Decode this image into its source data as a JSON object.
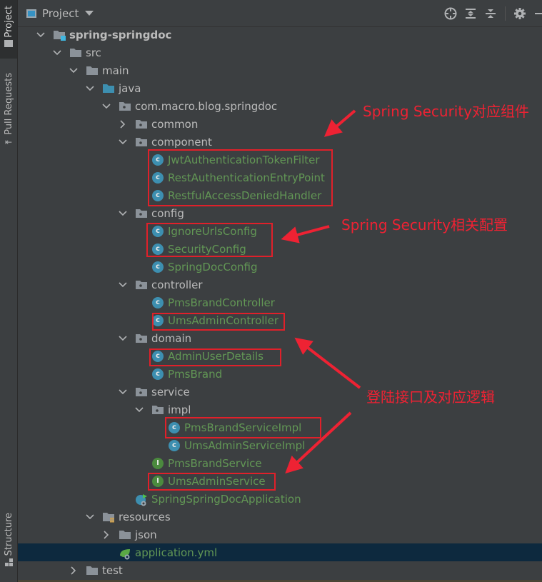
{
  "sidebar": {
    "tabs": [
      {
        "label": "Project",
        "icon": "folder-icon",
        "active": true
      },
      {
        "label": "Pull Requests",
        "icon": "pull-request-icon",
        "active": false
      },
      {
        "label": "Structure",
        "icon": "structure-icon",
        "active": false
      }
    ]
  },
  "header": {
    "title": "Project",
    "toolbar": [
      "locate-icon",
      "expand-all-icon",
      "collapse-all-icon",
      "gear-icon",
      "hide-icon"
    ]
  },
  "tree": [
    {
      "label": "spring-springdoc",
      "level": 0,
      "type": "module",
      "expanded": true,
      "bold": true
    },
    {
      "label": "src",
      "level": 1,
      "type": "folder",
      "expanded": true
    },
    {
      "label": "main",
      "level": 2,
      "type": "folder",
      "expanded": true
    },
    {
      "label": "java",
      "level": 3,
      "type": "source-folder",
      "expanded": true
    },
    {
      "label": "com.macro.blog.springdoc",
      "level": 4,
      "type": "package",
      "expanded": true
    },
    {
      "label": "common",
      "level": 5,
      "type": "package",
      "expanded": false
    },
    {
      "label": "component",
      "level": 5,
      "type": "package",
      "expanded": true
    },
    {
      "label": "JwtAuthenticationTokenFilter",
      "level": 6,
      "type": "class"
    },
    {
      "label": "RestAuthenticationEntryPoint",
      "level": 6,
      "type": "class"
    },
    {
      "label": "RestfulAccessDeniedHandler",
      "level": 6,
      "type": "class"
    },
    {
      "label": "config",
      "level": 5,
      "type": "package",
      "expanded": true
    },
    {
      "label": "IgnoreUrlsConfig",
      "level": 6,
      "type": "class"
    },
    {
      "label": "SecurityConfig",
      "level": 6,
      "type": "class"
    },
    {
      "label": "SpringDocConfig",
      "level": 6,
      "type": "class"
    },
    {
      "label": "controller",
      "level": 5,
      "type": "package",
      "expanded": true
    },
    {
      "label": "PmsBrandController",
      "level": 6,
      "type": "class"
    },
    {
      "label": "UmsAdminController",
      "level": 6,
      "type": "class"
    },
    {
      "label": "domain",
      "level": 5,
      "type": "package",
      "expanded": true
    },
    {
      "label": "AdminUserDetails",
      "level": 6,
      "type": "class"
    },
    {
      "label": "PmsBrand",
      "level": 6,
      "type": "class"
    },
    {
      "label": "service",
      "level": 5,
      "type": "package",
      "expanded": true
    },
    {
      "label": "impl",
      "level": 6,
      "type": "package",
      "expanded": true
    },
    {
      "label": "PmsBrandServiceImpl",
      "level": 7,
      "type": "class"
    },
    {
      "label": "UmsAdminServiceImpl",
      "level": 7,
      "type": "class"
    },
    {
      "label": "PmsBrandService",
      "level": 6,
      "type": "interface"
    },
    {
      "label": "UmsAdminService",
      "level": 6,
      "type": "interface"
    },
    {
      "label": "SpringSpringDocApplication",
      "level": 5,
      "type": "spring-app"
    },
    {
      "label": "resources",
      "level": 3,
      "type": "resources-folder",
      "expanded": true
    },
    {
      "label": "json",
      "level": 4,
      "type": "folder",
      "expanded": false
    },
    {
      "label": "application.yml",
      "level": 4,
      "type": "spring-config",
      "selected": true
    },
    {
      "label": "test",
      "level": 2,
      "type": "folder",
      "expanded": false
    }
  ],
  "annotations": [
    {
      "text": "Spring Security对应组件"
    },
    {
      "text": "Spring Security相关配置"
    },
    {
      "text": "登陆接口及对应逻辑"
    }
  ],
  "colors": {
    "background": "#3c3f41",
    "selection": "#0d293e",
    "class_text": "#629755",
    "annotation": "#ee2233"
  }
}
